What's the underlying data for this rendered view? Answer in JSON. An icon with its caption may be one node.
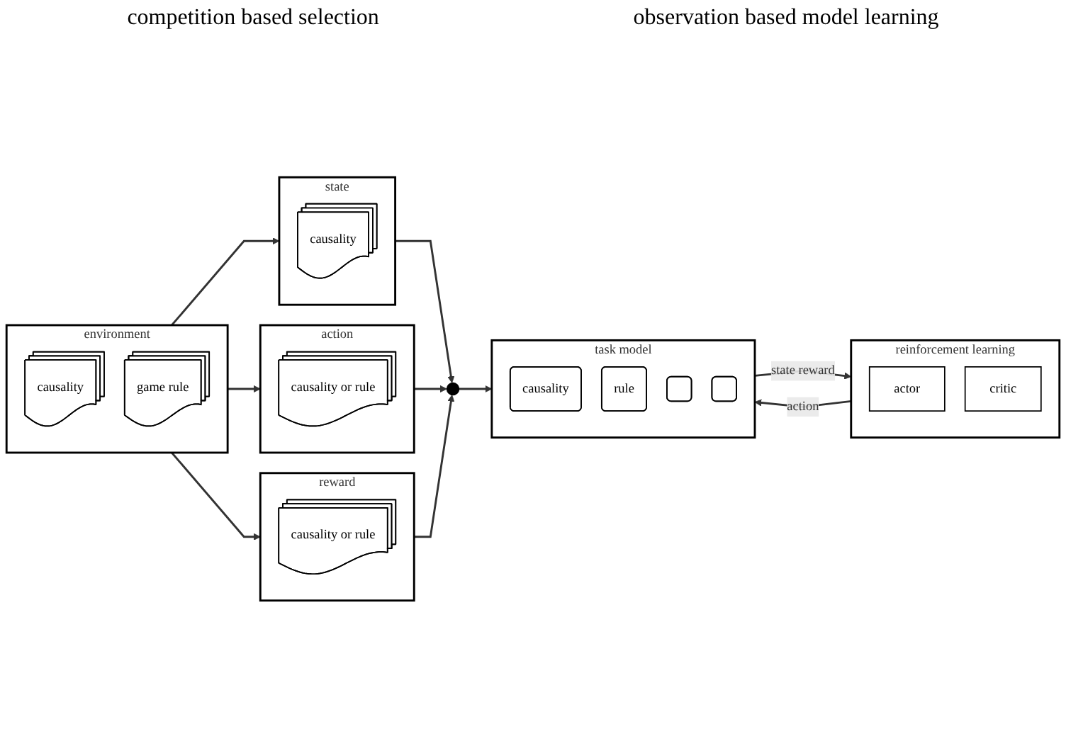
{
  "diagram": {
    "nodes": [
      {
        "text": [
          "environment"
        ]
      },
      {
        "text": [
          "causality"
        ],
        "in": 0
      },
      {
        "text": [
          "game rule"
        ],
        "in": 0
      },
      {
        "text": [
          "state"
        ]
      },
      {
        "text": [
          "causality"
        ],
        "in": 3
      },
      {
        "text": [
          "action"
        ]
      },
      {
        "text": [
          "causality or rule"
        ],
        "in": 5
      },
      {
        "text": [
          "reward"
        ]
      },
      {
        "text": [
          "causality or rule"
        ],
        "in": 7
      },
      {
        "text": [],
        "shape": "circle"
      },
      {
        "text": [
          "task model"
        ]
      },
      {
        "text": [
          "causality"
        ],
        "in": 10
      },
      {
        "text": [
          "rule"
        ],
        "in": 10
      },
      {
        "text": [],
        "shape": "box",
        "in": 10
      },
      {
        "text": [],
        "shape": "box",
        "in": 10
      },
      {
        "text": [
          "reinforcement learning"
        ]
      },
      {
        "text": [
          "actor"
        ],
        "in": 15
      },
      {
        "text": [
          "critic"
        ],
        "in": 15
      }
    ],
    "edges": [
      {
        "from": 0,
        "to": 3,
        "arrow": "to"
      },
      {
        "from": 0,
        "to": 5,
        "arrow": "to"
      },
      {
        "from": 0,
        "to": 7,
        "arrow": "to"
      },
      {
        "from": 3,
        "to": 9,
        "arrow": "to"
      },
      {
        "from": 5,
        "to": 9,
        "arrow": "to"
      },
      {
        "from": 7,
        "to": 9,
        "arrow": "to"
      },
      {
        "from": 9,
        "to": 10,
        "arrow": "to"
      },
      {
        "from": 15,
        "to": 10,
        "label": "action",
        "arrow": "to"
      },
      {
        "from": 10,
        "to": 15,
        "label": "state reward",
        "arrow": "to"
      }
    ],
    "labels": [
      "competition based selection",
      "observation based model learning"
    ]
  }
}
